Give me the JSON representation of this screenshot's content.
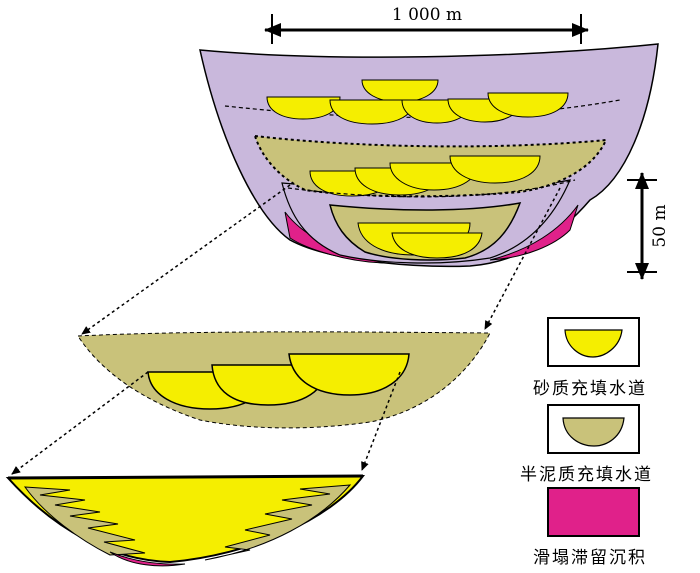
{
  "scale": {
    "horizontal_label": "1 000 m",
    "vertical_label": "50 m"
  },
  "legend": {
    "items": [
      {
        "label": "砂质充填水道",
        "symbol": "sand-filled-channel-symbol"
      },
      {
        "label": "半泥质充填水道",
        "symbol": "semi-mud-filled-channel-symbol"
      },
      {
        "label": "滑塌滞留沉积",
        "symbol": "slump-lag-deposit-symbol"
      }
    ]
  },
  "colors": {
    "channel_complex_fill": "#c9b8dc",
    "sand_fill": "#f5ee00",
    "semi_mud_fill": "#c9c27a",
    "slump_lag_fill": "#e0218a",
    "outline": "#000000"
  }
}
